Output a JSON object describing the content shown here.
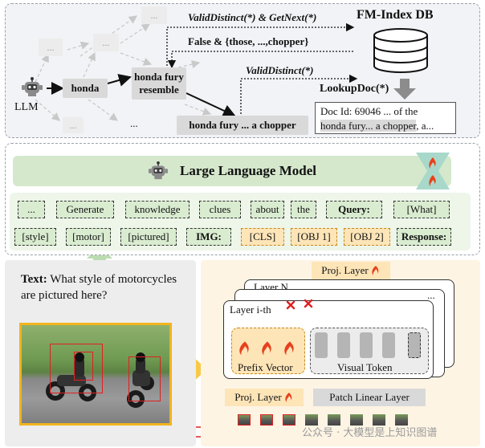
{
  "retrieval": {
    "llm_label": "LLM",
    "faint_tokens": [
      "...",
      "...",
      "...",
      "..."
    ],
    "trailing_dots": "...",
    "nodes": [
      "honda",
      "honda fury resemble",
      "honda fury ... a chopper"
    ],
    "node2_line1": "honda fury",
    "node2_line2": "resemble",
    "edge_valid_next": "ValidDistinct(*) & GetNext(*)",
    "edge_false": "False & {those, ...,chopper}",
    "edge_valid": "ValidDistinct(*)",
    "db_label": "FM-Index DB",
    "lookup": "LookupDoc(*)",
    "doc_line1": "Doc Id: 69046 ... of the",
    "doc_line2_hl": "honda fury... a chopper",
    "doc_line2_rest": ", a..."
  },
  "llm": {
    "title": "Large Language Model",
    "row1": [
      "...",
      "Generate",
      "knowledge",
      "clues",
      "about",
      "the",
      "Query:",
      "[What]"
    ],
    "row2": [
      "[style]",
      "[motor]",
      "[pictured]",
      "IMG:",
      "[CLS]",
      "[OBJ 1]",
      "[OBJ 2]",
      "Response:"
    ]
  },
  "input": {
    "text_label": "Text:",
    "text_body": " What style of motorcycles are pictured here?"
  },
  "encoder": {
    "proj_top": "Proj. Layer",
    "layer_n": "Layer N",
    "dots": "...",
    "layer_i": "Layer i-th",
    "prefix": "Prefix Vector",
    "visual": "Visual Token",
    "proj_bottom": "Proj. Layer",
    "patch": "Patch Linear Layer"
  },
  "watermark": "公众号 · 大模型是上知识图谱",
  "colors": {
    "green": "#d5e8cc",
    "orange": "#fde5b8",
    "red": "#e02020",
    "flame": "#e8401c"
  }
}
